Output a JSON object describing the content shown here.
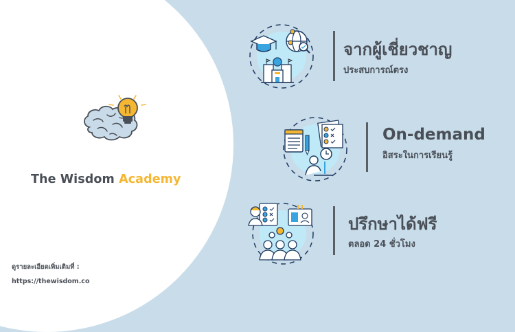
{
  "brand": {
    "name_part1": "The Wisdom ",
    "name_part2": "Academy",
    "logo_icon": "brain-lightbulb-icon"
  },
  "footer": {
    "label": "ดูรายละเอียดเพิ่มเติมที่ :",
    "url": "https://thewisdom.co"
  },
  "features": [
    {
      "title": "จากผู้เชี่ยวชาญ",
      "subtitle": "ประสบการณ์ตรง",
      "icon": "graduation-globe-school-icon"
    },
    {
      "title": "On-demand",
      "subtitle": "อิสระในการเรียนรู้",
      "icon": "notes-checklist-clock-learner-icon"
    },
    {
      "title": "ปรึกษาได้ฟรี",
      "subtitle": "ตลอด 24 ชั่วโมง",
      "icon": "consultants-team-icon"
    }
  ],
  "colors": {
    "background": "#c8dcea",
    "panel": "#ffffff",
    "text": "#4a4f57",
    "accent": "#f5b731",
    "icon_fill": "#bfe9f7",
    "icon_stroke": "#1f3a60"
  }
}
